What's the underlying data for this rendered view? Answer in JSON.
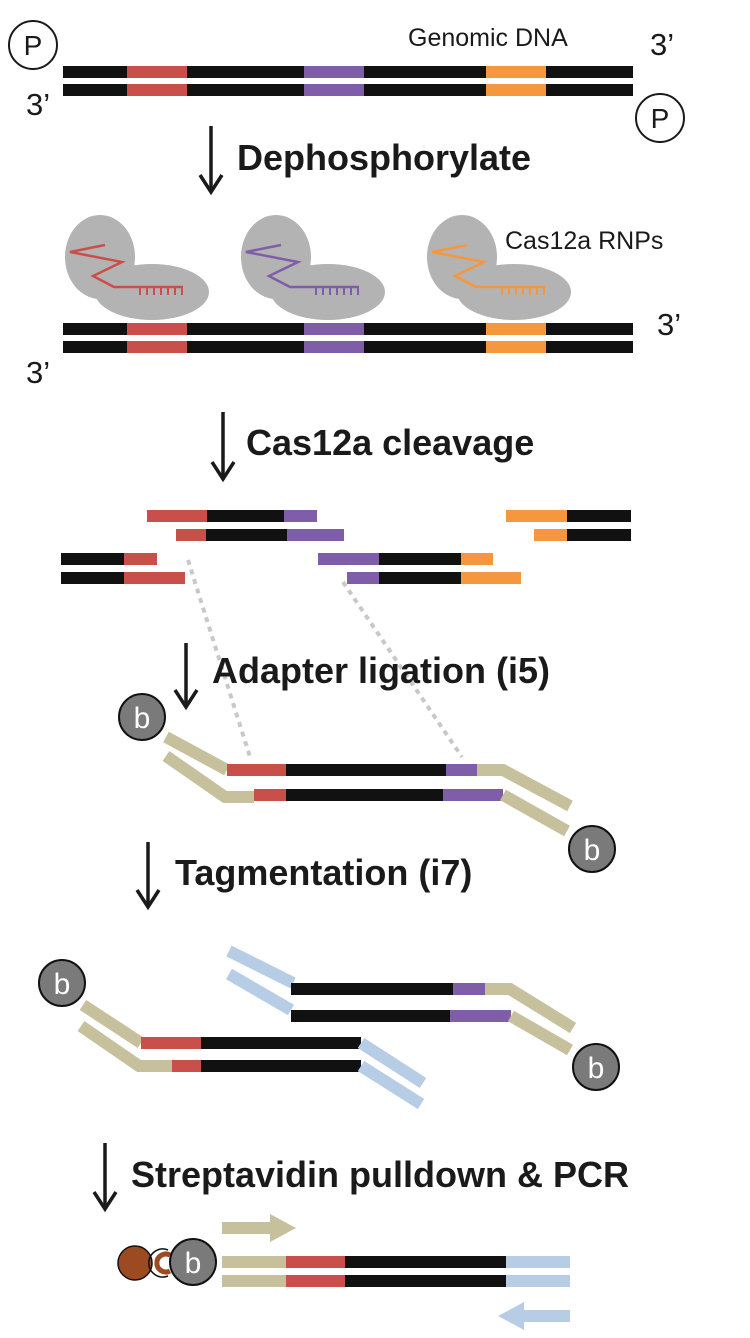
{
  "labels": {
    "genomic_dna": "Genomic DNA",
    "three_prime": "3’",
    "phosphate": "P",
    "rnps": "Cas12a RNPs",
    "biotin": "b"
  },
  "steps": {
    "dephosphorylate": "Dephosphorylate",
    "cleavage": "Cas12a cleavage",
    "adapter_ligation": "Adapter ligation (i5)",
    "tagmentation": "Tagmentation (i7)",
    "pulldown": "Streptavidin pulldown & PCR"
  },
  "colors": {
    "dna": "#111111",
    "target_red": "#c9504a",
    "target_purple": "#7f5da8",
    "target_orange": "#f5973e",
    "adapter_i5": "#c6c19c",
    "adapter_i7": "#b7cde6",
    "protein": "#b3b3b3",
    "biotin": "#7a7a7a",
    "streptavidin": "#9c4a22"
  }
}
